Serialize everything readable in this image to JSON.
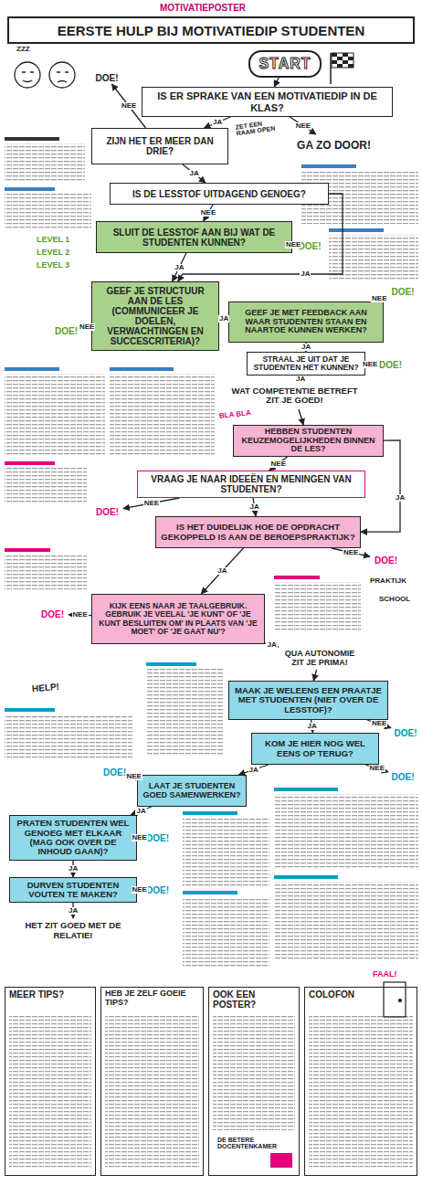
{
  "diagram": {
    "title": "EERSTE HULP BIJ MOTIVATIEDIP STUDENTEN",
    "nodes": [
      {
        "text": [
          "START"
        ]
      },
      {
        "text": [
          "IS ER SPRAKE VAN EEN MOTIVATIEDIP IN DE KLAS?"
        ]
      },
      {
        "text": [
          "ZIJN HET ER MEER DAN DRIE?"
        ]
      },
      {
        "text": [
          "GA ZO DOOR!"
        ]
      },
      {
        "text": [
          "DOE!"
        ]
      },
      {
        "text": [
          "IS DE LESSTOF UITDAGEND GENOEG?"
        ]
      },
      {
        "text": [
          "SLUIT DE LESSTOF AAN BIJ WAT DE STUDENTEN KUNNEN?"
        ]
      },
      {
        "text": [
          "DOE!"
        ]
      },
      {
        "text": [
          "GEEF JE STRUCTUUR AAN DE LES (COMMUNICEER JE DOELEN, VERWACHTINGEN EN SUCCESCRITERIA)?"
        ]
      },
      {
        "text": [
          "GEEF JE MET FEEDBACK AAN WAAR STUDENTEN STAAN EN NAARTOE KUNNEN WERKEN?"
        ]
      },
      {
        "text": [
          "DOE!"
        ]
      },
      {
        "text": [
          "DOE!"
        ]
      },
      {
        "text": [
          "STRAAL JE UIT DAT JE STUDENTEN HET KUNNEN?"
        ]
      },
      {
        "text": [
          "DOE!"
        ]
      },
      {
        "text": [
          "WAT COMPETENTIE BETREFT ZIT JE GOED!"
        ]
      },
      {
        "text": [
          "HEBBEN STUDENTEN KEUZEMOGELIJKHEDEN BINNEN DE LES?"
        ]
      },
      {
        "text": [
          "VRAAG JE NAAR IDEEËN EN MENINGEN VAN STUDENTEN?"
        ]
      },
      {
        "text": [
          "DOE!"
        ]
      },
      {
        "text": [
          "IS HET DUIDELIJK HOE DE OPDRACHT GEKOPPELD IS AAN DE BEROEPSPRAKTIJK?"
        ]
      },
      {
        "text": [
          "DOE!"
        ]
      },
      {
        "text": [
          "KIJK EENS NAAR JE TAALGEBRUIK. GEBRUIK JE VEELAL 'JE KUNT' OF 'JE KUNT BESLUITEN OM' IN PLAATS VAN 'JE MOET' OF 'JE GAAT NU'?"
        ]
      },
      {
        "text": [
          "DOE!"
        ]
      },
      {
        "text": [
          "QUA AUTONOMIE ZIT JE PRIMA!"
        ]
      },
      {
        "text": [
          "MAAK JE WELEENS EEN PRAATJE MET STUDENTEN (NIET OVER DE LESSTOF)?"
        ]
      },
      {
        "text": [
          "DOE!"
        ]
      },
      {
        "text": [
          "KOM JE HIER NOG WEL EENS OP TERUG?"
        ]
      },
      {
        "text": [
          "DOE!"
        ]
      },
      {
        "text": [
          "LAAT JE STUDENTEN GOED SAMENWERKEN?"
        ]
      },
      {
        "text": [
          "DOE!"
        ]
      },
      {
        "text": [
          "PRATEN STUDENTEN WEL GENOEG MET ELKAAR (MAG OOK OVER DE INHOUD GAAN)?"
        ]
      },
      {
        "text": [
          "DOE!"
        ]
      },
      {
        "text": [
          "DURVEN STUDENTEN VOUTEN TE MAKEN?"
        ]
      },
      {
        "text": [
          "DOE!"
        ]
      },
      {
        "text": [
          "HET ZIT GOED MET DE RELATIE!"
        ]
      },
      {
        "text": [
          "MEER TIPS?"
        ]
      },
      {
        "text": [
          "HEB JE ZELF GOEIE TIPS?"
        ]
      },
      {
        "text": [
          "OOK EEN POSTER?"
        ]
      },
      {
        "text": [
          "COLOFON"
        ]
      }
    ],
    "edges": [
      {
        "from": 0,
        "to": 1,
        "arrow": "to"
      },
      {
        "from": 1,
        "to": 2,
        "label": "JA",
        "arrow": "to"
      },
      {
        "from": 1,
        "to": 3,
        "label": "NEE",
        "arrow": "to"
      },
      {
        "from": 2,
        "to": 4,
        "label": "NEE",
        "arrow": "to"
      },
      {
        "from": 2,
        "to": 5,
        "label": "JA",
        "arrow": "to"
      },
      {
        "from": 5,
        "to": 6,
        "label": "NEE",
        "arrow": "to"
      },
      {
        "from": 5,
        "to": 8,
        "label": "JA",
        "arrow": "to"
      },
      {
        "from": 6,
        "to": 7,
        "label": "NEE",
        "arrow": "to"
      },
      {
        "from": 6,
        "to": 8,
        "label": "JA",
        "arrow": "to"
      },
      {
        "from": 8,
        "to": 9,
        "label": "JA",
        "arrow": "to"
      },
      {
        "from": 8,
        "to": 11,
        "label": "NEE",
        "arrow": "to"
      },
      {
        "from": 9,
        "to": 10,
        "label": "NEE",
        "arrow": "to"
      },
      {
        "from": 9,
        "to": 12,
        "label": "JA",
        "arrow": "to"
      },
      {
        "from": 12,
        "to": 13,
        "label": "NEE",
        "arrow": "to"
      },
      {
        "from": 12,
        "to": 14,
        "label": "JA",
        "arrow": "to"
      },
      {
        "from": 14,
        "to": 15,
        "arrow": "to"
      },
      {
        "from": 15,
        "to": 16,
        "label": "NEE",
        "arrow": "to"
      },
      {
        "from": 15,
        "to": 18,
        "label": "JA",
        "arrow": "to"
      },
      {
        "from": 16,
        "to": 17,
        "label": "NEE",
        "arrow": "to"
      },
      {
        "from": 16,
        "to": 18,
        "label": "JA",
        "arrow": "to"
      },
      {
        "from": 18,
        "to": 19,
        "label": "NEE",
        "arrow": "to"
      },
      {
        "from": 18,
        "to": 20,
        "label": "JA",
        "arrow": "to"
      },
      {
        "from": 20,
        "to": 21,
        "label": "NEE",
        "arrow": "to"
      },
      {
        "from": 20,
        "to": 22,
        "label": "JA",
        "arrow": "to"
      },
      {
        "from": 22,
        "to": 23,
        "arrow": "to"
      },
      {
        "from": 23,
        "to": 24,
        "label": "NEE",
        "arrow": "to"
      },
      {
        "from": 23,
        "to": 25,
        "label": "JA",
        "arrow": "to"
      },
      {
        "from": 25,
        "to": 26,
        "label": "NEE",
        "arrow": "to"
      },
      {
        "from": 25,
        "to": 27,
        "label": "JA",
        "arrow": "to"
      },
      {
        "from": 27,
        "to": 28,
        "label": "NEE",
        "arrow": "to"
      },
      {
        "from": 27,
        "to": 29,
        "label": "JA",
        "arrow": "to"
      },
      {
        "from": 29,
        "to": 30,
        "label": "NEE",
        "arrow": "to"
      },
      {
        "from": 29,
        "to": 31,
        "label": "JA",
        "arrow": "to"
      },
      {
        "from": 31,
        "to": 32,
        "label": "NEE",
        "arrow": "to"
      },
      {
        "from": 31,
        "to": 33,
        "label": "JA",
        "arrow": "to"
      }
    ],
    "labels": [
      "MOTIVATIEPOSTER",
      "ZZZ",
      "ZET EEN RAAM OPEN",
      "LEVEL 1",
      "LEVEL 2",
      "LEVEL 3",
      "BLA BLA",
      "PRAKTIJK",
      "SCHOOL",
      "HELP!",
      "FAAL!",
      "DE BETERE DOCENTENKAMER"
    ]
  }
}
